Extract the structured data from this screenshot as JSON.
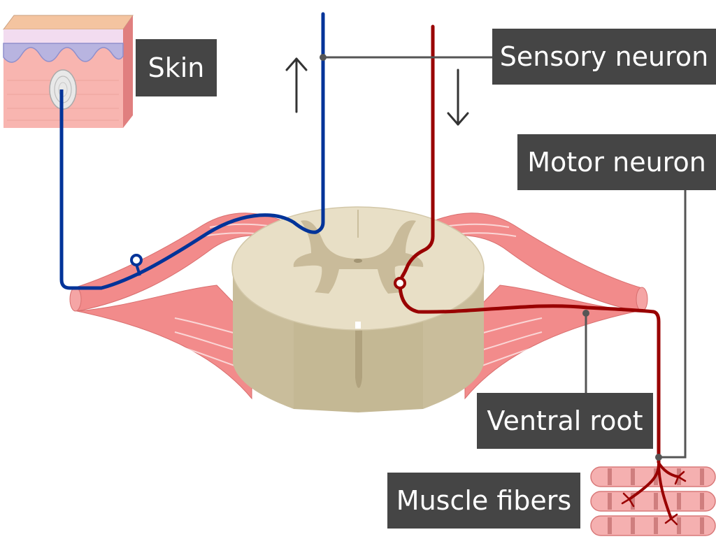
{
  "labels": {
    "skin": "Skin",
    "sensory_neuron": "Sensory neuron",
    "motor_neuron": "Motor neuron",
    "ventral_root": "Ventral root",
    "muscle_fibers": "Muscle fibers"
  },
  "colors": {
    "sensory": "#003399",
    "motor": "#990000",
    "label_bg": "#454545",
    "label_text": "#ffffff",
    "nerve": "#f28b8b",
    "white_matter": "#e8dfc6",
    "gray_matter": "#c9bb9a",
    "cord_side": "#c2b693"
  },
  "icons": {
    "up_arrow": "arrow-up-icon",
    "down_arrow": "arrow-down-icon"
  }
}
